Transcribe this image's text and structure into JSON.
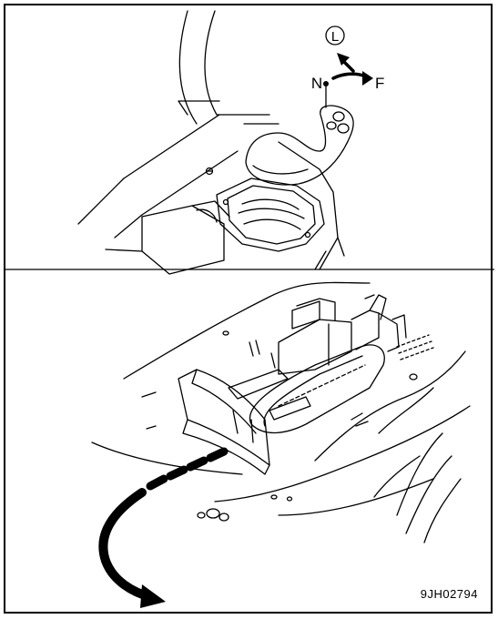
{
  "figure": {
    "labels": {
      "low_circle": "L",
      "neutral": "N",
      "forward": "F"
    },
    "figure_code": "9JH02794"
  },
  "colors": {
    "line": "#000000",
    "background": "#ffffff"
  }
}
